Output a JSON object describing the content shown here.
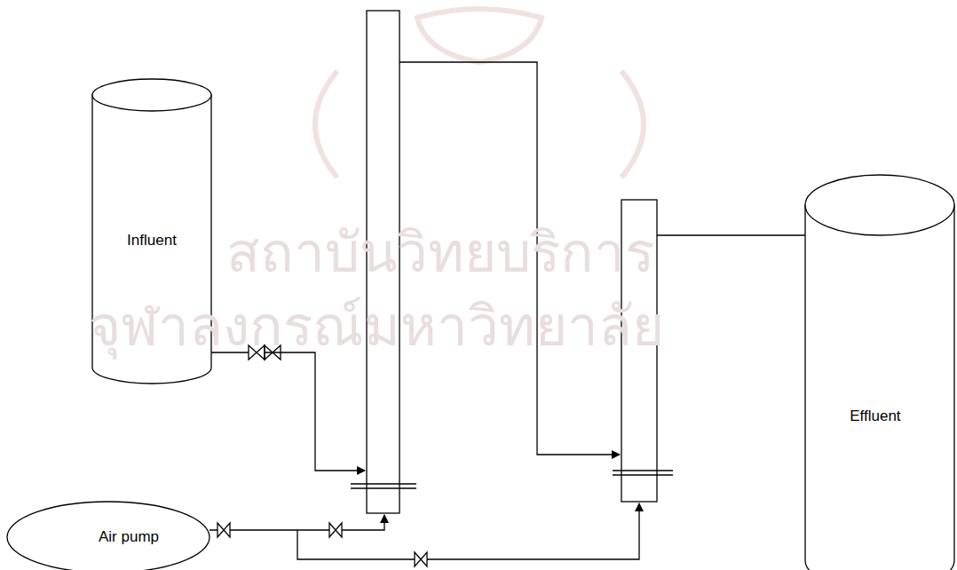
{
  "diagram": {
    "nodes": [
      {
        "text": [
          "Influent"
        ]
      },
      {
        "text": [
          "Air pump"
        ]
      },
      {
        "text": [
          "Effluent"
        ]
      }
    ],
    "labels": [
      "สถาบันวิทยบริการ",
      "จุฬาลงกรณ์มหาวิทยาลัย"
    ]
  }
}
